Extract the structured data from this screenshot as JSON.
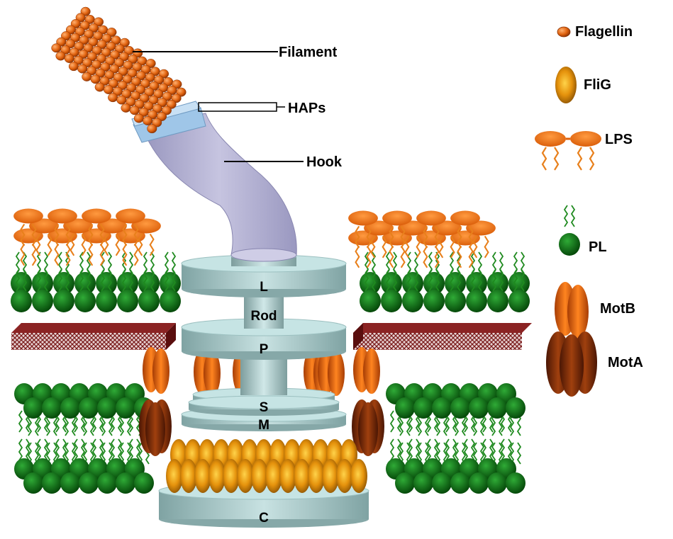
{
  "labels": {
    "filament": "Filament",
    "haps": "HAPs",
    "hook": "Hook",
    "ring_l": "L",
    "rod": "Rod",
    "ring_p": "P",
    "ring_s": "S",
    "ring_m": "M",
    "ring_c": "C"
  },
  "legend": {
    "flagellin": "Flagellin",
    "flig": "FliG",
    "lps": "LPS",
    "pl": "PL",
    "motb": "MotB",
    "mota": "MotA"
  },
  "colors": {
    "flagellin": "#e0620e",
    "flig": "#e5920c",
    "lps_head": "#f07414",
    "lps_tail": "#e88a30",
    "pl_head": "#0b6e14",
    "pl_tail": "#1f8a1f",
    "motb": "#e8650f",
    "mota": "#7a2c08",
    "ring": "#b9dada",
    "ring_side": "#8fb4b4",
    "hook": "#b4b2d2",
    "hap_ring": "#a8cbe8",
    "peptidoglycan": "#7a1a1a"
  }
}
